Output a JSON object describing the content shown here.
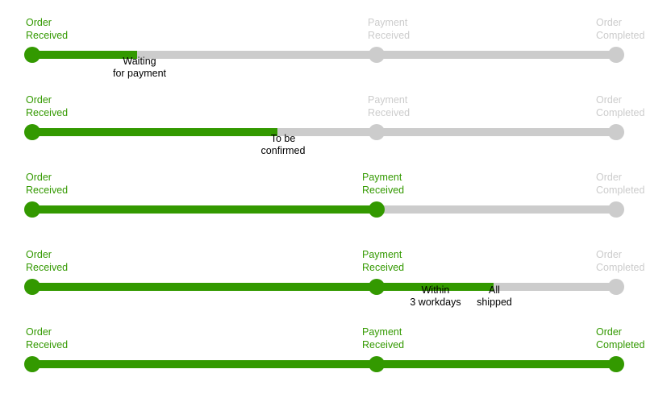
{
  "colors": {
    "done": "#339900",
    "pending": "#cccccc"
  },
  "trackers": [
    {
      "progress": 0.18,
      "stages": [
        {
          "line1": "Order",
          "line2": "Received",
          "state": "done"
        },
        {
          "line1": "Payment",
          "line2": "Received",
          "state": "pending"
        },
        {
          "line1": "Order",
          "line2": "Completed",
          "state": "pending"
        }
      ],
      "notes": [
        {
          "line1": "Waiting",
          "line2": "for payment"
        }
      ]
    },
    {
      "progress": 0.42,
      "stages": [
        {
          "line1": "Order",
          "line2": "Received",
          "state": "done"
        },
        {
          "line1": "Payment",
          "line2": "Received",
          "state": "pending"
        },
        {
          "line1": "Order",
          "line2": "Completed",
          "state": "pending"
        }
      ],
      "notes": [
        {
          "line1": "To be",
          "line2": "confirmed"
        }
      ]
    },
    {
      "progress": 0.59,
      "stages": [
        {
          "line1": "Order",
          "line2": "Received",
          "state": "done"
        },
        {
          "line1": "Payment",
          "line2": "Received",
          "state": "done"
        },
        {
          "line1": "Order",
          "line2": "Completed",
          "state": "pending"
        }
      ],
      "notes": []
    },
    {
      "progress": 0.79,
      "stages": [
        {
          "line1": "Order",
          "line2": "Received",
          "state": "done"
        },
        {
          "line1": "Payment",
          "line2": "Received",
          "state": "done"
        },
        {
          "line1": "Order",
          "line2": "Completed",
          "state": "pending"
        }
      ],
      "notes": [
        {
          "line1": "Within",
          "line2": "3 workdays"
        },
        {
          "line1": "All",
          "line2": "shipped"
        }
      ]
    },
    {
      "progress": 1.0,
      "stages": [
        {
          "line1": "Order",
          "line2": "Received",
          "state": "done"
        },
        {
          "line1": "Payment",
          "line2": "Received",
          "state": "done"
        },
        {
          "line1": "Order",
          "line2": "Completed",
          "state": "done"
        }
      ],
      "notes": []
    }
  ]
}
